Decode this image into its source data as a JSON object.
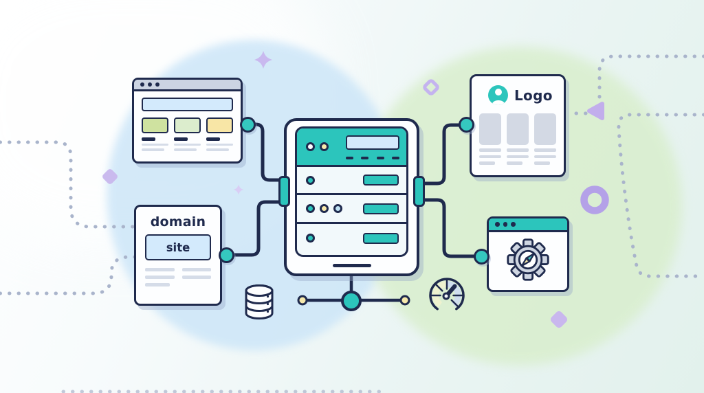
{
  "illustration": {
    "description": "Web hosting infrastructure illustration: central server connected to a website browser, a domain card, a logo/branding card and a settings browser",
    "logo_card": {
      "label": "Logo"
    },
    "domain_card": {
      "title": "domain",
      "box_label": "site"
    }
  },
  "palette": {
    "navy_outline": "#1f2a4d",
    "teal": "#2cc5bc",
    "light_blue": "#d3eafc",
    "pale_yellow": "#f7e9ac",
    "green_tile": "#cfe2a0",
    "light_green_tile": "#dcedcd",
    "gray_placeholder": "#d3d9e4",
    "purple_decor": "#c4b3ef",
    "dotted_line": "#a9b4cb"
  },
  "icons": {
    "window_controls": "window-dots-icon",
    "avatar": "person-avatar-icon",
    "gear": "gear-compass-icon",
    "database": "database-cylinder-icon",
    "gauge": "speedometer-icon",
    "network_hub": "network-hub-icon"
  }
}
